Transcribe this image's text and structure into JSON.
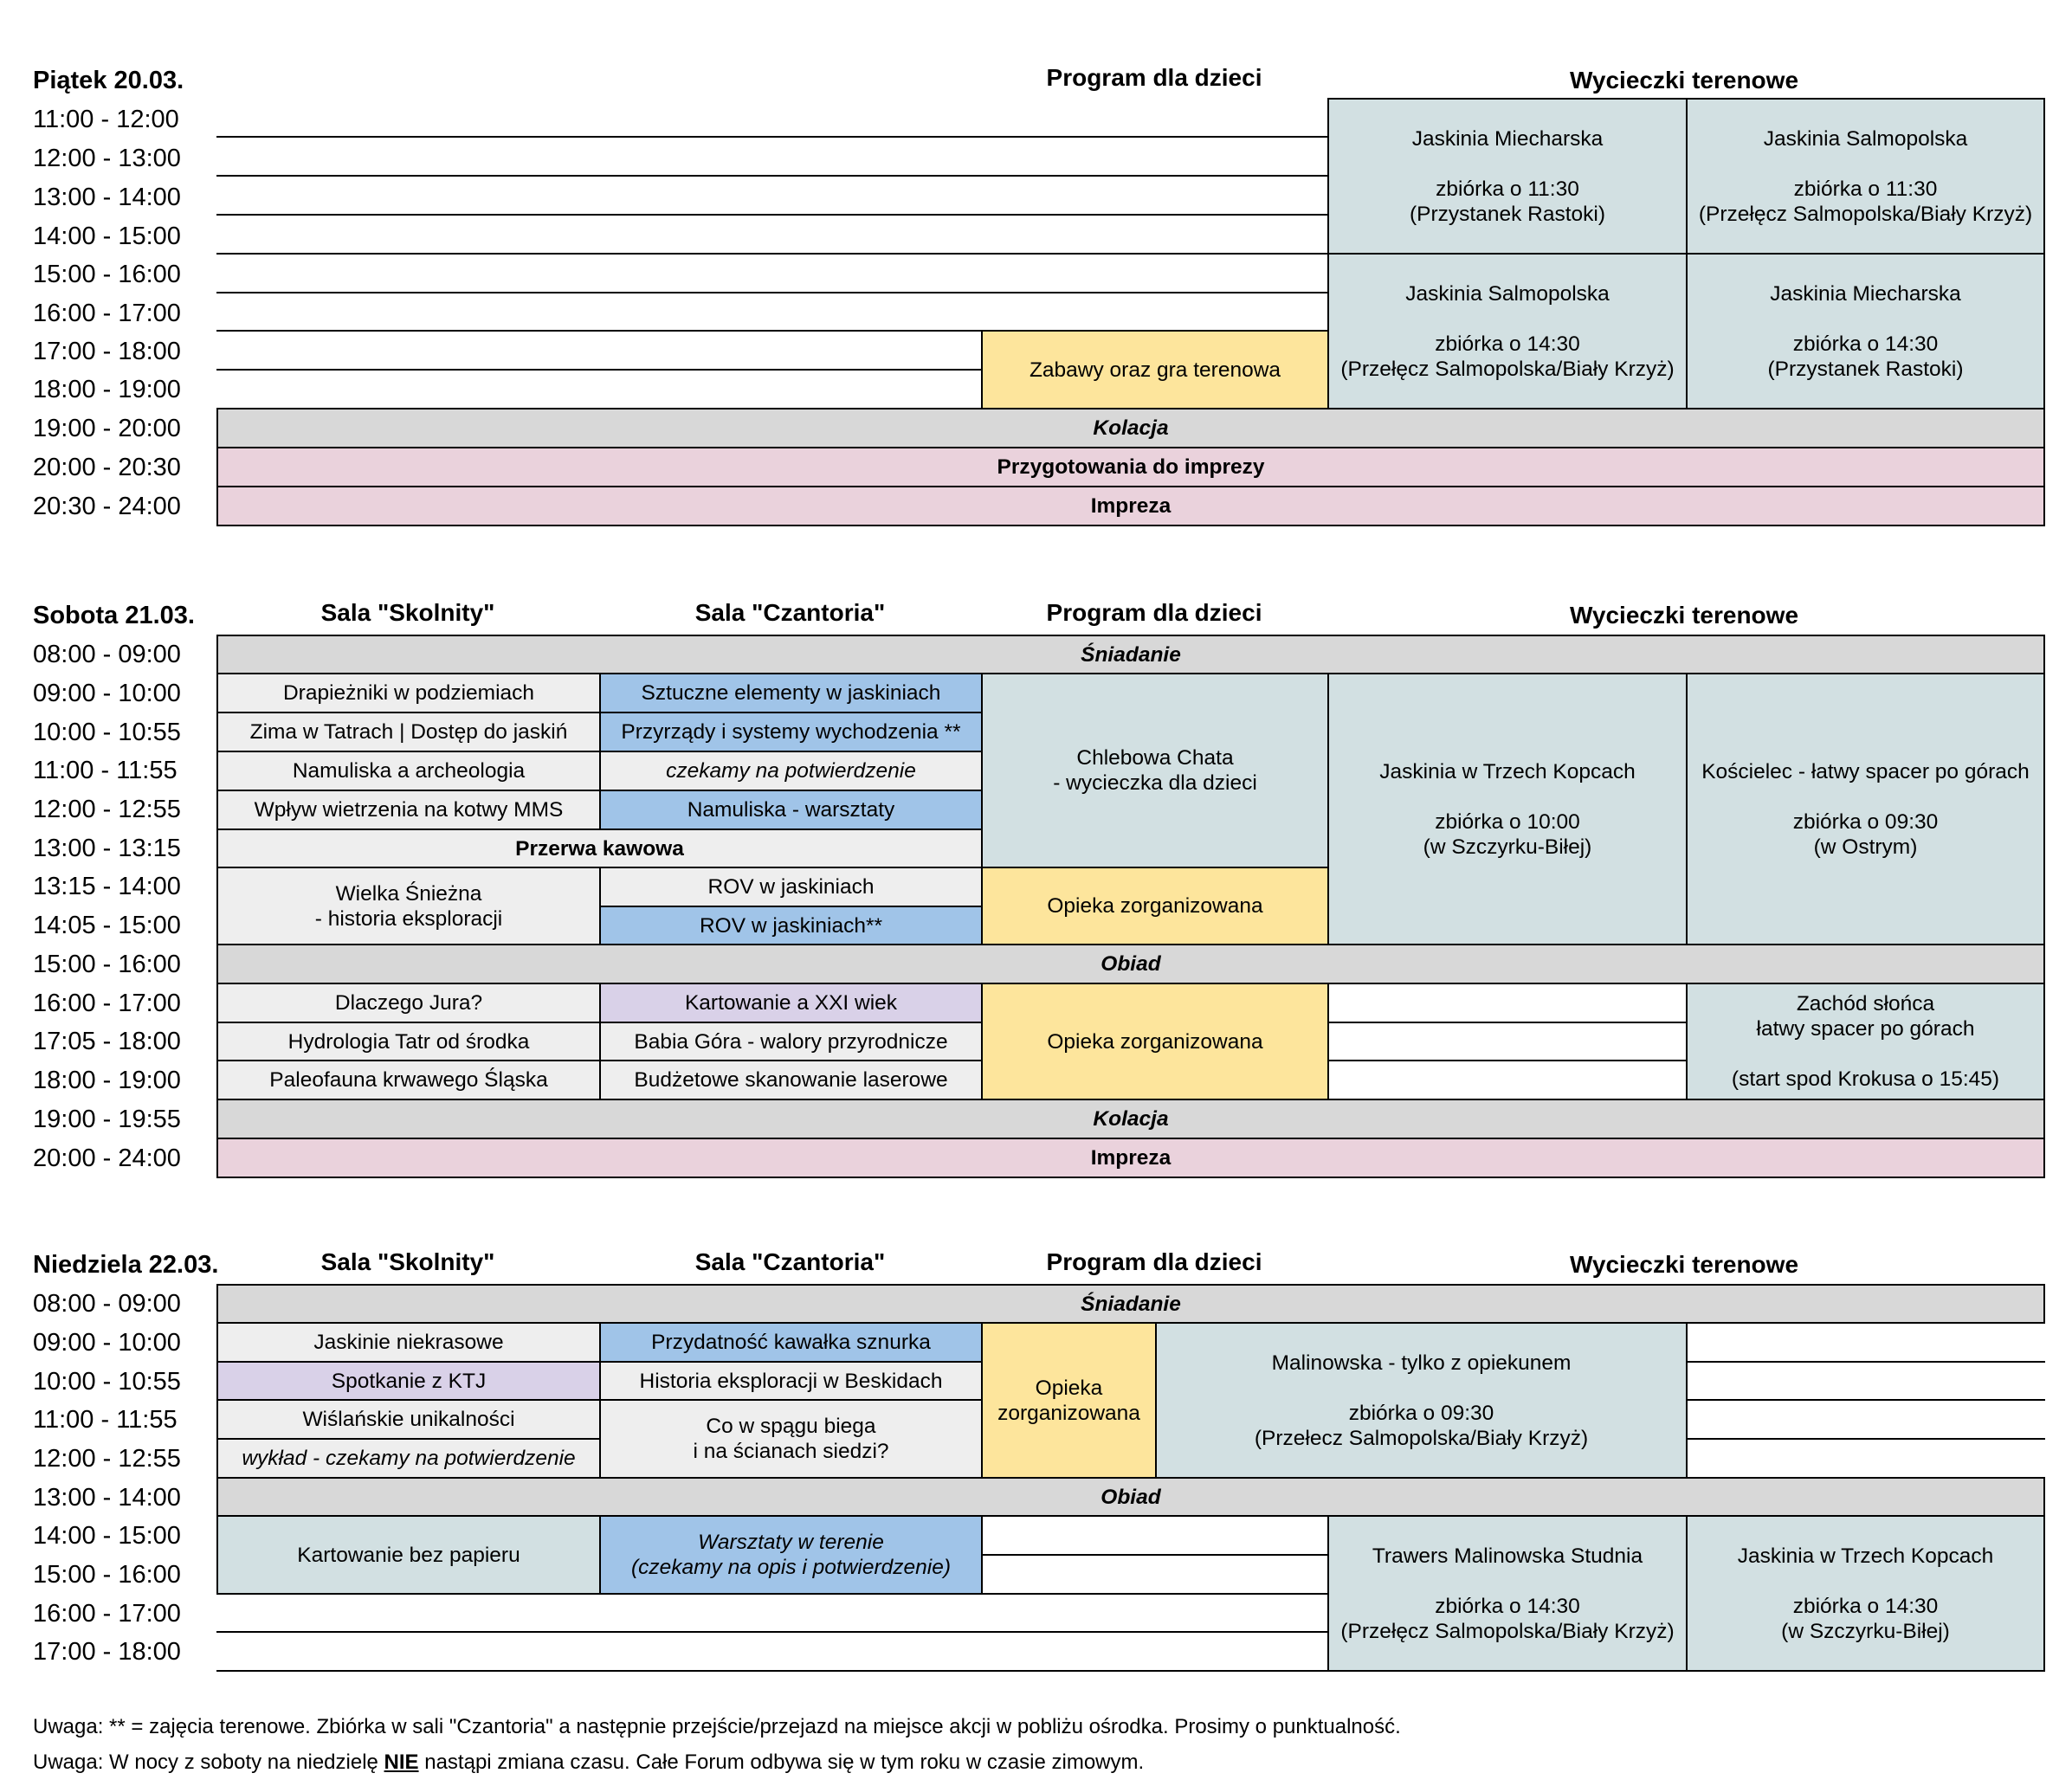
{
  "friday": {
    "day": "Piątek 20.03.",
    "headers": {
      "kids": "Program dla dzieci",
      "trips": "Wycieczki terenowe"
    },
    "times": [
      "11:00 - 12:00",
      "12:00 - 13:00",
      "13:00 - 14:00",
      "14:00 - 15:00",
      "15:00 - 16:00",
      "16:00 - 17:00",
      "17:00 - 18:00",
      "18:00 - 19:00",
      "19:00 - 20:00",
      "20:00 - 20:30",
      "20:30 - 24:00"
    ],
    "cells": {
      "trip1a": "Jaskinia Miecharska\n\nzbiórka o 11:30\n(Przystanek Rastoki)",
      "trip1b": "Jaskinia Salmopolska\n\nzbiórka o 11:30\n(Przełęcz Salmopolska/Biały Krzyż)",
      "trip2a": "Jaskinia Salmopolska\n\nzbiórka o 14:30\n(Przełęcz Salmopolska/Biały Krzyż)",
      "trip2b": "Jaskinia Miecharska\n\nzbiórka o 14:30\n(Przystanek Rastoki)",
      "games": "Zabawy oraz gra terenowa",
      "dinner": "Kolacja",
      "prep": "Przygotowania do imprezy",
      "party": "Impreza"
    }
  },
  "saturday": {
    "day": "Sobota 21.03.",
    "headers": {
      "sala1": "Sala \"Skolnity\"",
      "sala2": "Sala \"Czantoria\"",
      "kids": "Program dla dzieci",
      "trips": "Wycieczki terenowe"
    },
    "times": [
      "08:00 - 09:00",
      "09:00 - 10:00",
      "10:00 - 10:55",
      "11:00 - 11:55",
      "12:00 - 12:55",
      "13:00 - 13:15",
      "13:15 - 14:00",
      "14:05 - 15:00",
      "15:00 - 16:00",
      "16:00 - 17:00",
      "17:05 - 18:00",
      "18:00 - 19:00",
      "19:00 - 19:55",
      "20:00 - 24:00"
    ],
    "cells": {
      "breakfast": "Śniadanie",
      "s1_1": "Drapieżniki w podziemiach",
      "s1_2": "Zima w Tatrach | Dostęp do jaskiń",
      "s1_3": "Namuliska a archeologia",
      "s1_4": "Wpływ wietrzenia na kotwy MMS",
      "s2_1": "Sztuczne elementy w jaskiniach",
      "s2_2": "Przyrządy i systemy wychodzenia **",
      "s2_3": "czekamy na potwierdzenie",
      "s2_4": "Namuliska - warsztaty",
      "coffee": "Przerwa kawowa",
      "s1_5": "Wielka Śnieżna\n- historia eksploracji",
      "s2_5": "ROV w jaskiniach",
      "s2_6": "ROV w jaskiniach**",
      "kids1": "Chlebowa Chata\n- wycieczka dla dzieci",
      "kids2": "Opieka zorganizowana",
      "trip1": "Jaskinia w Trzech Kopcach\n\nzbiórka o 10:00\n(w Szczyrku-Biłej)",
      "trip2": "Kościelec - łatwy spacer po górach\n\nzbiórka o 09:30\n(w Ostrym)",
      "lunch": "Obiad",
      "s1_6": "Dlaczego Jura?",
      "s1_7": "Hydrologia Tatr od środka",
      "s1_8": "Paleofauna krwawego Śląska",
      "s2_7": "Kartowanie a XXI wiek",
      "s2_8": "Babia Góra - walory przyrodnicze",
      "s2_9": "Budżetowe skanowanie laserowe",
      "kids3": "Opieka zorganizowana",
      "trip3": "Zachód słońca\nłatwy spacer po górach\n\n(start spod Krokusa o 15:45)",
      "dinner": "Kolacja",
      "party": "Impreza"
    }
  },
  "sunday": {
    "day": "Niedziela 22.03.",
    "headers": {
      "sala1": "Sala \"Skolnity\"",
      "sala2": "Sala \"Czantoria\"",
      "kids": "Program dla dzieci",
      "trips": "Wycieczki terenowe"
    },
    "times": [
      "08:00 - 09:00",
      "09:00 - 10:00",
      "10:00 - 10:55",
      "11:00 - 11:55",
      "12:00 - 12:55",
      "13:00 - 14:00",
      "14:00 - 15:00",
      "15:00 - 16:00",
      "16:00 - 17:00",
      "17:00 - 18:00"
    ],
    "cells": {
      "breakfast": "Śniadanie",
      "s1_1": "Jaskinie niekrasowe",
      "s1_2": "Spotkanie z KTJ",
      "s1_3": "Wiślańskie unikalności",
      "s1_4": "wykład - czekamy na potwierdzenie",
      "s2_1": "Przydatność kawałka sznurka",
      "s2_2": "Historia eksploracji w Beskidach",
      "s2_3": "Co w spągu biega\ni na ścianach siedzi?",
      "kids1": "Opieka\nzorganizowana",
      "trip1": "Malinowska - tylko z opiekunem\n\nzbiórka o 09:30\n(Przełecz Salmopolska/Biały Krzyż)",
      "lunch": "Obiad",
      "s1_5": "Kartowanie bez papieru",
      "s2_5": "Warsztaty w terenie\n(czekamy na opis i potwierdzenie)",
      "trip2": "Trawers Malinowska Studnia\n\nzbiórka o 14:30\n(Przełęcz Salmopolska/Biały Krzyż)",
      "trip3": "Jaskinia w Trzech Kopcach\n\nzbiórka o 14:30\n(w Szczyrku-Biłej)"
    }
  },
  "notes": {
    "note1": "Uwaga: ** = zajęcia terenowe. Zbiórka w sali \"Czantoria\" a następnie przejście/przejazd na miejsce akcji w pobliżu ośrodka. Prosimy o punktualność.",
    "note2_before": "Uwaga: W nocy z soboty na niedzielę ",
    "note2_bold": "NIE",
    "note2_after": " nastąpi zmiana czasu. Całe Forum odbywa się w tym roku w czasie zimowym."
  }
}
